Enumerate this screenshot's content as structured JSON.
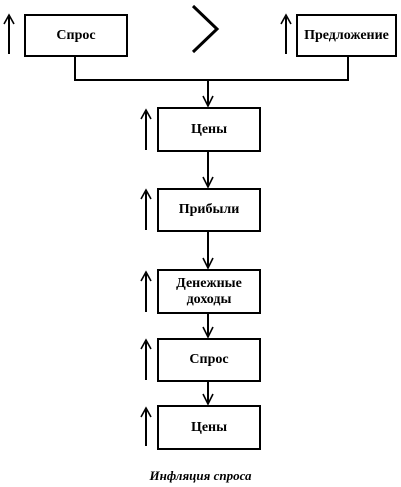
{
  "diagram": {
    "top_left_box": "Спрос",
    "top_right_box": "Предложение",
    "chain": [
      "Цены",
      "Прибыли",
      "Денежные доходы",
      "Спрос",
      "Цены"
    ],
    "indicator_icon": "up-arrow-icon",
    "comparison_icon": "greater-than-sign-icon",
    "caption": "Инфляция спроса"
  }
}
